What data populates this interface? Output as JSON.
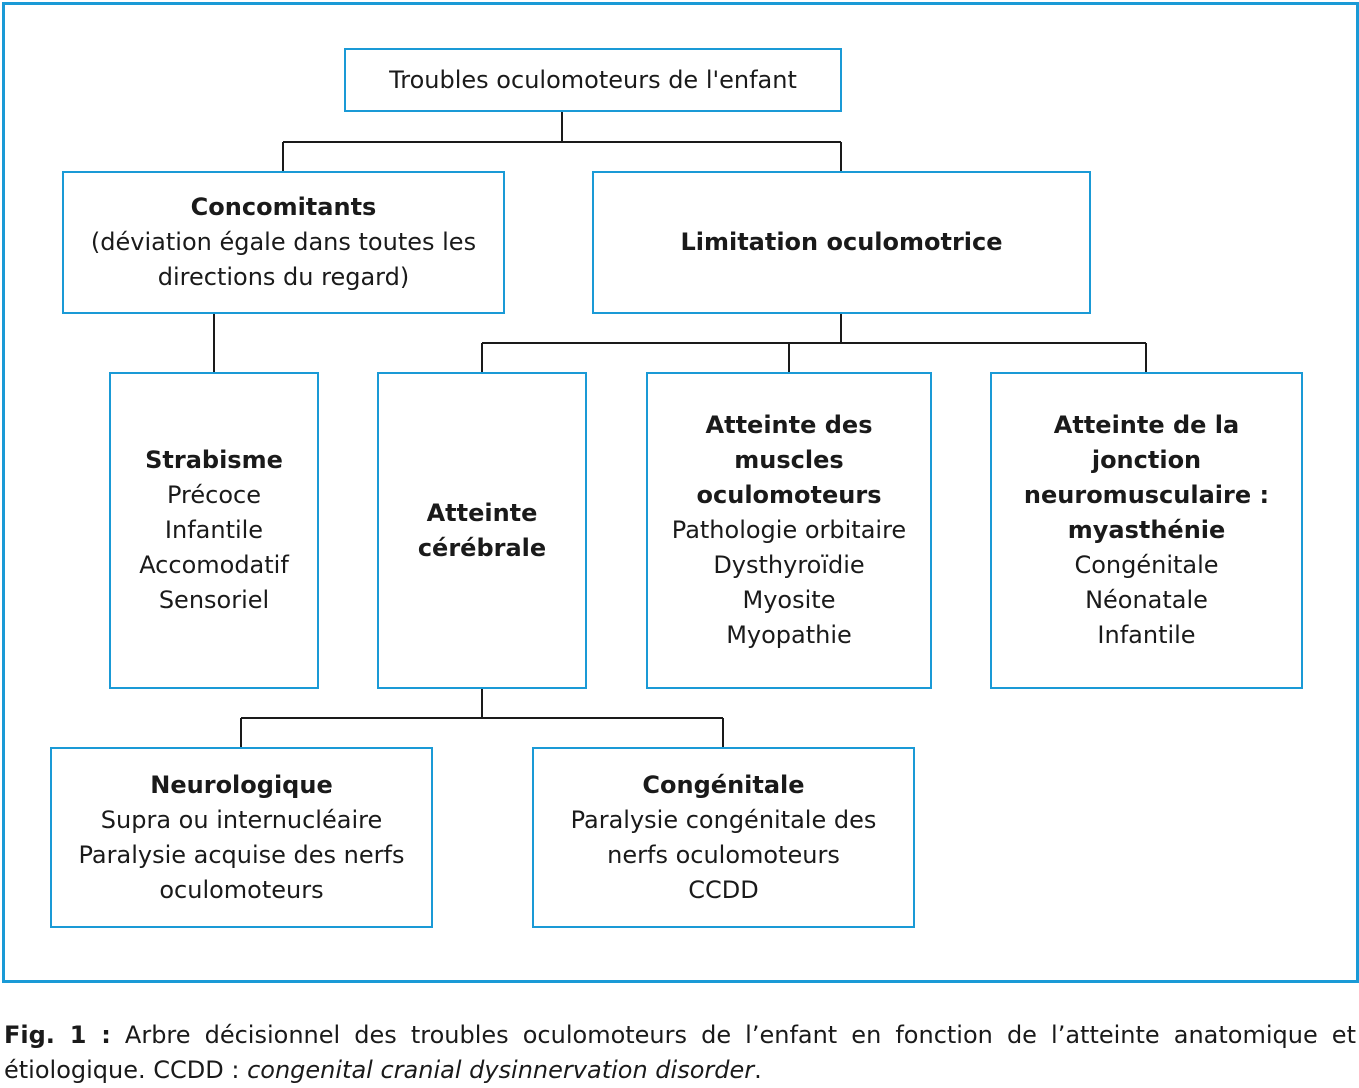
{
  "diagram": {
    "root": {
      "title": "Troubles oculomoteurs de l'enfant"
    },
    "concomitants": {
      "title": "Concomitants",
      "lines": [
        "(déviation égale dans toutes les",
        "directions du regard)"
      ]
    },
    "limitation": {
      "title": "Limitation oculomotrice"
    },
    "strabisme": {
      "title": "Strabisme",
      "lines": [
        "Précoce",
        "Infantile",
        "Accomodatif",
        "Sensoriel"
      ]
    },
    "cerebrale": {
      "title_lines": [
        "Atteinte",
        "cérébrale"
      ]
    },
    "muscles": {
      "title_lines": [
        "Atteinte des",
        "muscles",
        "oculomoteurs"
      ],
      "lines": [
        "Pathologie orbitaire",
        "Dysthyroïdie",
        "Myosite",
        "Myopathie"
      ]
    },
    "jonction": {
      "title_lines": [
        "Atteinte de la jonction",
        "neuromusculaire :",
        "myasthénie"
      ],
      "lines": [
        "Congénitale",
        "Néonatale",
        "Infantile"
      ]
    },
    "neurologique": {
      "title": "Neurologique",
      "lines": [
        "Supra ou internucléaire",
        "Paralysie acquise des nerfs",
        "oculomoteurs"
      ]
    },
    "congenitale": {
      "title": "Congénitale",
      "lines": [
        "Paralysie congénitale des",
        "nerfs oculomoteurs",
        "CCDD"
      ]
    },
    "border_color": "#1a9ad6",
    "connector_color": "#1a1a1a"
  },
  "caption": {
    "label": "Fig. 1 :",
    "text": " Arbre décisionnel des troubles oculomoteurs de l’enfant en fonction de l’atteinte anatomique et étiologique. CCDD : ",
    "term": "congenital cranial dysinnervation disorder",
    "end": "."
  }
}
